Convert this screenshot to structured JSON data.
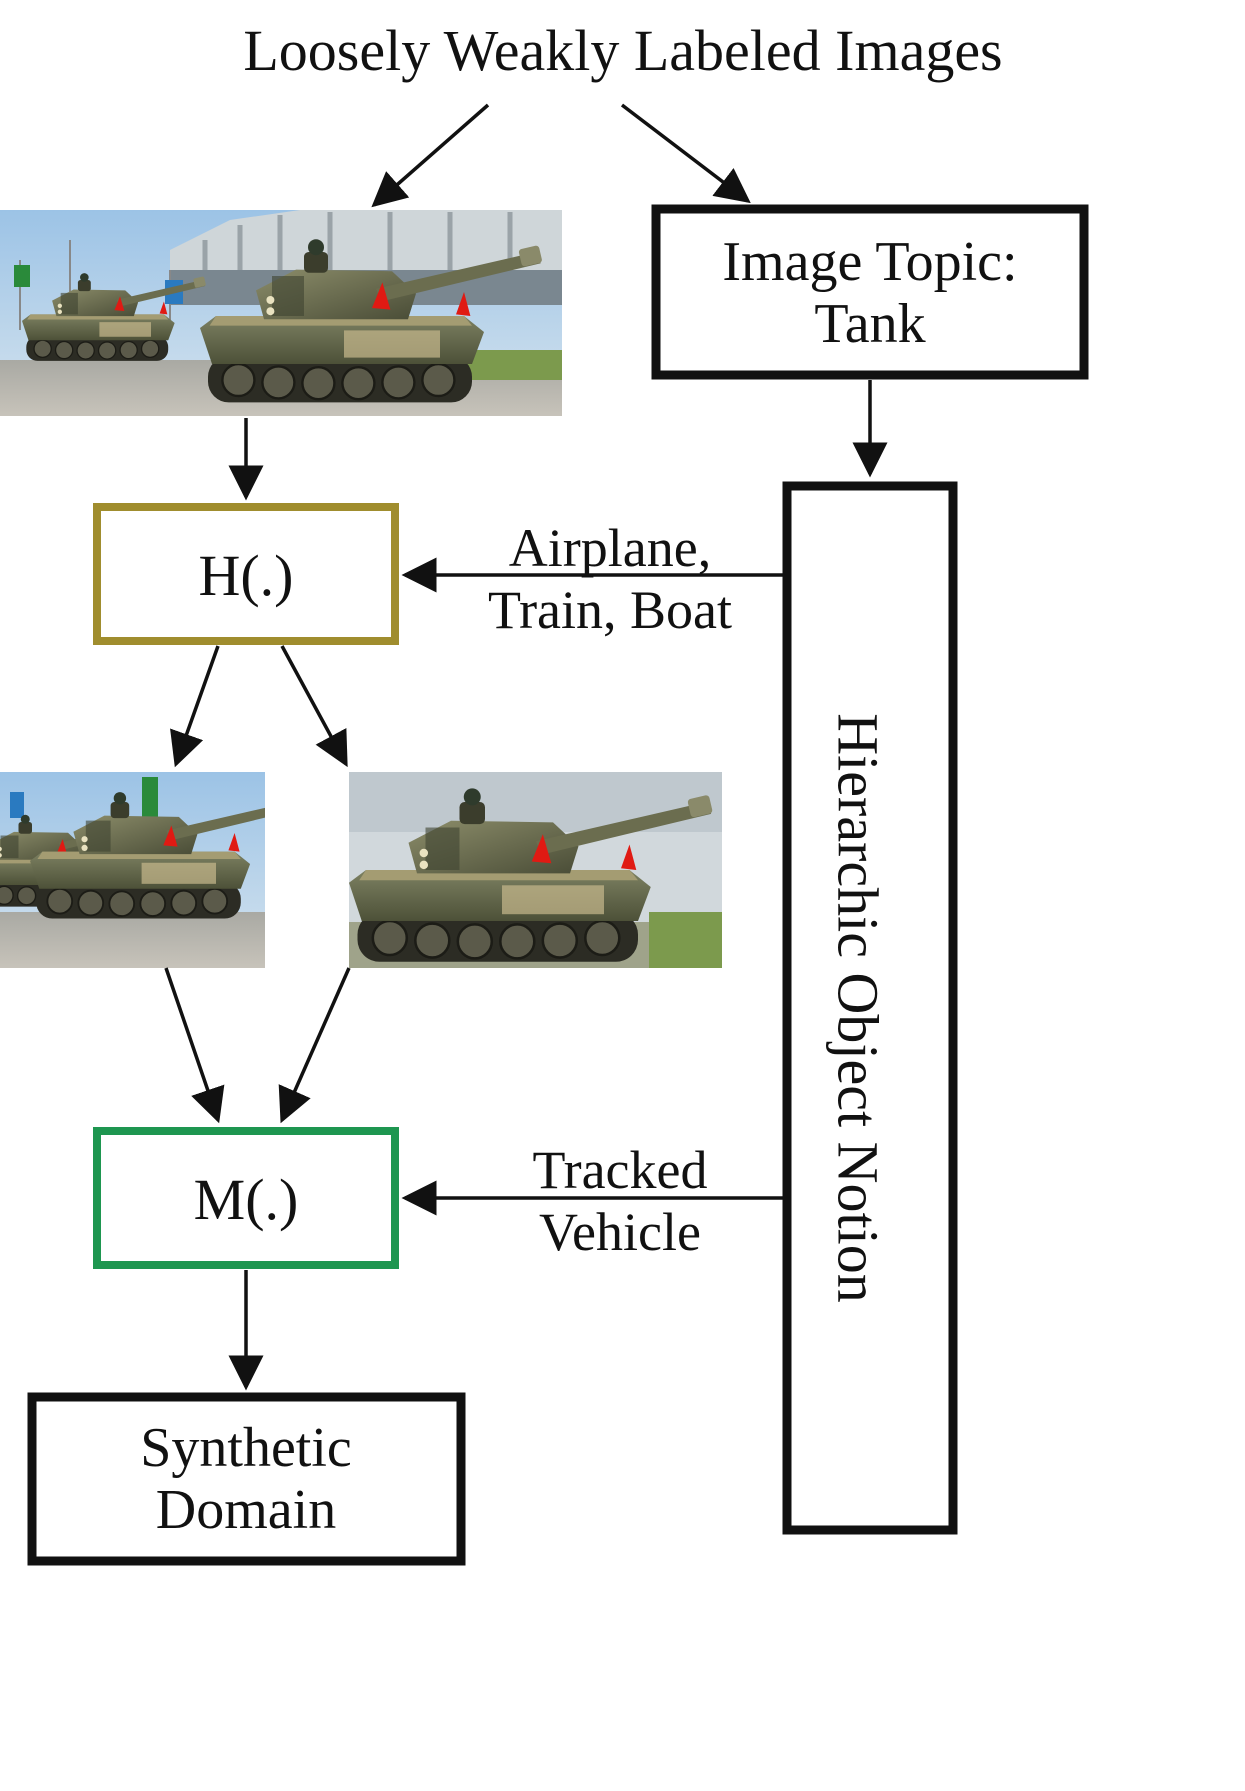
{
  "title": "Loosely Weakly Labeled Images",
  "topic_box": {
    "line1": "Image Topic:",
    "line2": "Tank"
  },
  "hierarchy_box": {
    "label": "Hierarchic Object Notion"
  },
  "h_box": {
    "label": "H(.)",
    "color": "#A08D2E"
  },
  "m_box": {
    "label": "M(.)",
    "color": "#1E9650"
  },
  "synthetic_box": {
    "line1": "Synthetic",
    "line2": "Domain"
  },
  "edge_labels": {
    "to_h": {
      "line1": "Airplane,",
      "line2": "Train, Boat"
    },
    "to_m": {
      "line1": "Tracked",
      "line2": "Vehicle"
    }
  },
  "images": {
    "source": "tank-parade-photo",
    "crop_left": "tank-crop-left",
    "crop_right": "tank-crop-right"
  }
}
